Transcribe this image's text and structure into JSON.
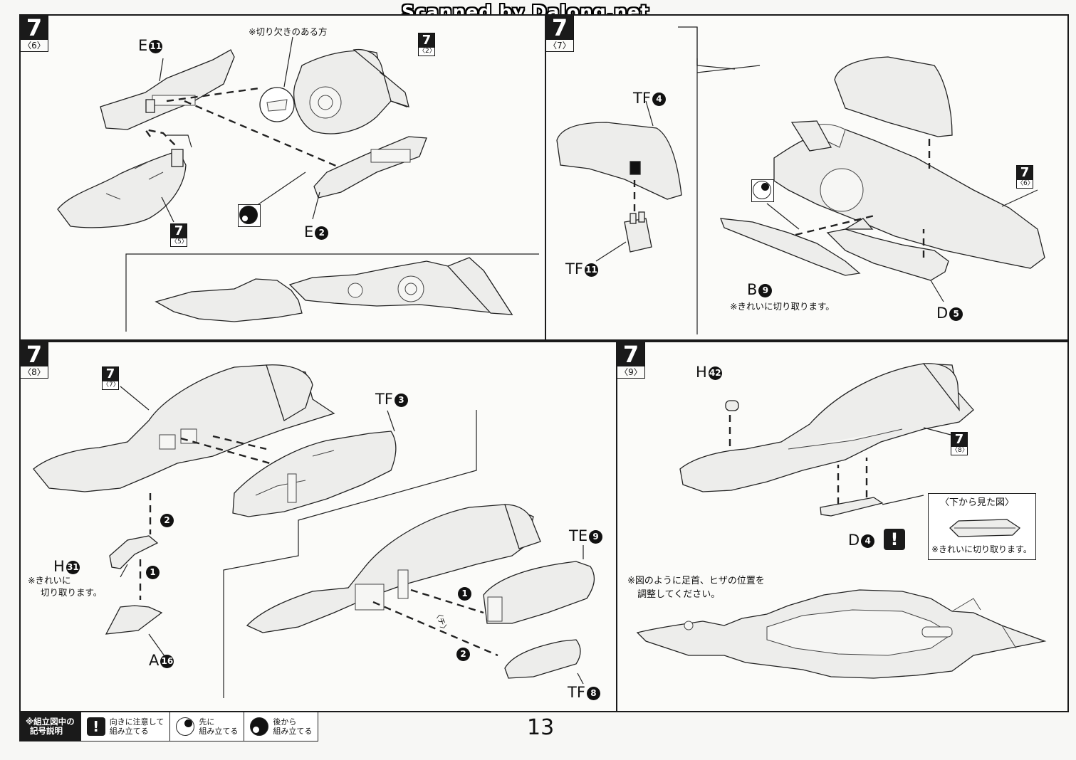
{
  "watermark": "Scanned by Dalong.net",
  "page_number": "13",
  "panel_6": {
    "step_num": "7",
    "step_sub": "〈6〉",
    "note_notch": "※切り欠きのある方",
    "ref_a": {
      "num": "7",
      "sub": "〈2〉"
    },
    "ref_b": {
      "num": "7",
      "sub": "〈5〉"
    },
    "label_e11": {
      "letter": "E",
      "num": "11"
    },
    "label_e2": {
      "letter": "E",
      "num": "2"
    }
  },
  "panel_7": {
    "step_num": "7",
    "step_sub": "〈7〉",
    "ref": {
      "num": "7",
      "sub": "〈6〉"
    },
    "label_tf4": {
      "letter": "TF",
      "num": "4"
    },
    "label_tf11": {
      "letter": "TF",
      "num": "11"
    },
    "label_b9": {
      "letter": "B",
      "num": "9"
    },
    "label_d5": {
      "letter": "D",
      "num": "5"
    },
    "note_clean": "※きれいに切り取ります。"
  },
  "panel_8": {
    "step_num": "7",
    "step_sub": "〈8〉",
    "ref": {
      "num": "7",
      "sub": "〈7〉"
    },
    "label_tf3": {
      "letter": "TF",
      "num": "3"
    },
    "label_te9": {
      "letter": "TE",
      "num": "9"
    },
    "label_tf8": {
      "letter": "TF",
      "num": "8"
    },
    "label_h31": {
      "letter": "H",
      "num": "31"
    },
    "label_a16": {
      "letter": "A",
      "num": "16"
    },
    "note_clean_1": "※きれいに",
    "note_clean_2": "切り取ります。",
    "order_1": "1",
    "order_2": "2",
    "tag_text": "〈チ〉"
  },
  "panel_9": {
    "step_num": "7",
    "step_sub": "〈9〉",
    "ref": {
      "num": "7",
      "sub": "〈8〉"
    },
    "label_h42": {
      "letter": "H",
      "num": "42"
    },
    "label_d4": {
      "letter": "D",
      "num": "4"
    },
    "warn": "!",
    "inset_title": "〈下から見た図〉",
    "inset_note": "※きれいに切り取ります。",
    "note_adjust_1": "※図のように足首、ヒザの位置を",
    "note_adjust_2": "調整してください。"
  },
  "legend": {
    "header_1": "※組立図中の",
    "header_2": "記号説明",
    "item1_icon": "exclamation-icon",
    "item1_1": "向きに注意して",
    "item1_2": "組み立てる",
    "item2_icon": "first-assemble-icon",
    "item2_1": "先に",
    "item2_2": "組み立てる",
    "item3_icon": "later-assemble-icon",
    "item3_1": "後から",
    "item3_2": "組み立てる",
    "exclaim": "!"
  }
}
